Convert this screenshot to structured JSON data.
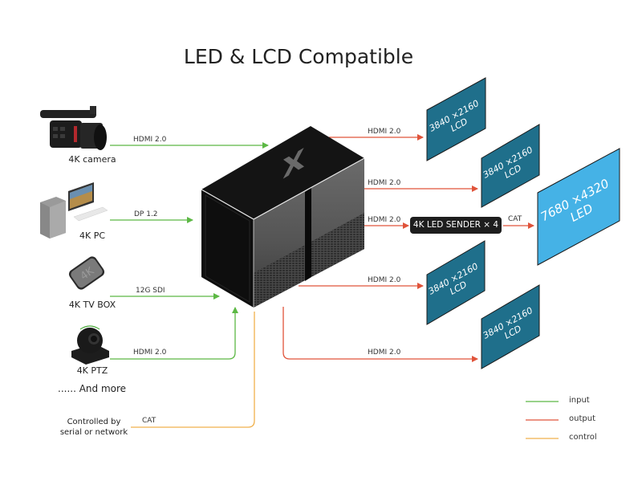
{
  "title": "LED & LCD Compatible",
  "colors": {
    "input": "#5cb844",
    "output": "#e0533a",
    "control": "#f0b04c",
    "lcd_screen": "#1f6f8b",
    "led_screen": "#45b2e6",
    "device_dark": "#141414"
  },
  "sources": [
    {
      "label": "4K camera",
      "icon": "video-camera-icon",
      "connection": "HDMI 2.0"
    },
    {
      "label": "4K PC",
      "icon": "desktop-pc-icon",
      "connection": "DP 1.2"
    },
    {
      "label": "4K TV BOX",
      "icon": "tv-box-icon",
      "connection": "12G SDI",
      "badge": "4K"
    },
    {
      "label": "4K PTZ",
      "icon": "ptz-camera-icon",
      "connection": "HDMI 2.0"
    }
  ],
  "more_label": "...... And more",
  "control": {
    "label_line1": "Controlled by",
    "label_line2": "serial or network",
    "connection": "CAT"
  },
  "device": {
    "name": "X",
    "icon": "video-processor-icon"
  },
  "outputs": [
    {
      "connection": "HDMI 2.0",
      "screen_resolution": "3840 ×2160",
      "screen_type": "LCD"
    },
    {
      "connection": "HDMI 2.0",
      "screen_resolution": "3840 ×2160",
      "screen_type": "LCD"
    },
    {
      "connection": "HDMI 2.0",
      "sender": "4K LED SENDER × 4",
      "sender_connection": "CAT",
      "screen_resolution": "7680 ×4320",
      "screen_type": "LED"
    },
    {
      "connection": "HDMI 2.0",
      "screen_resolution": "3840 ×2160",
      "screen_type": "LCD"
    },
    {
      "connection": "HDMI 2.0",
      "screen_resolution": "3840 ×2160",
      "screen_type": "LCD"
    }
  ],
  "legend": [
    {
      "label": "input",
      "color": "#5cb844"
    },
    {
      "label": "output",
      "color": "#e0533a"
    },
    {
      "label": "control",
      "color": "#f0b04c"
    }
  ]
}
